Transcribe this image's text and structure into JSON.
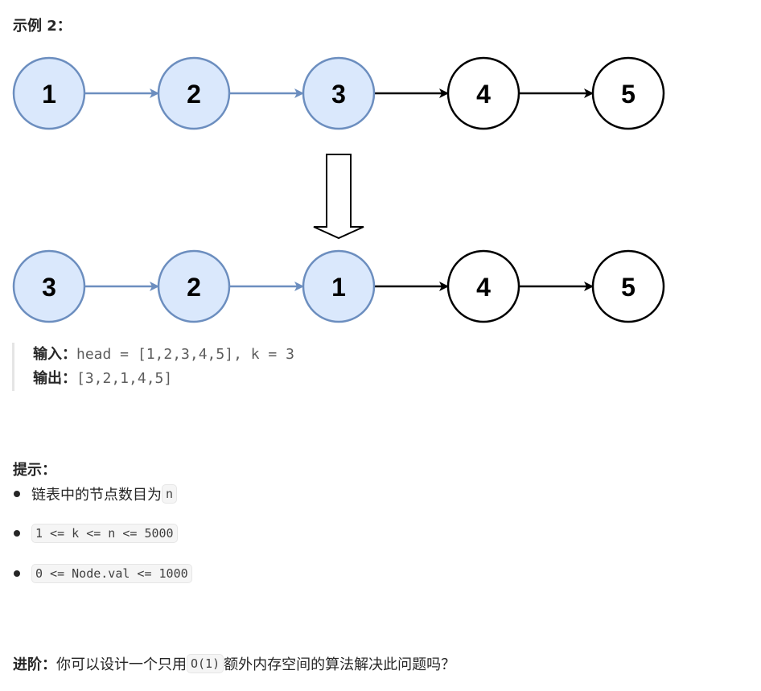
{
  "example": {
    "title": "示例 2："
  },
  "diagram": {
    "colors": {
      "highlight_fill": "#dae8fc",
      "highlight_stroke": "#6c8ebf",
      "plain_fill": "#ffffff",
      "plain_stroke": "#000000"
    },
    "before": [
      {
        "label": "1",
        "highlight": true
      },
      {
        "label": "2",
        "highlight": true
      },
      {
        "label": "3",
        "highlight": true
      },
      {
        "label": "4",
        "highlight": false
      },
      {
        "label": "5",
        "highlight": false
      }
    ],
    "after": [
      {
        "label": "3",
        "highlight": true
      },
      {
        "label": "2",
        "highlight": true
      },
      {
        "label": "1",
        "highlight": true
      },
      {
        "label": "4",
        "highlight": false
      },
      {
        "label": "5",
        "highlight": false
      }
    ],
    "transform_arrow": "down-arrow-icon"
  },
  "io": {
    "input_label": "输入：",
    "input_value": "head = [1,2,3,4,5], k = 3",
    "output_label": "输出：",
    "output_value": "[3,2,1,4,5]"
  },
  "hints": {
    "title": "提示：",
    "item1_text": "链表中的节点数目为 ",
    "item1_code": "n",
    "item2_code": "1 <= k <= n <= 5000",
    "item3_code": "0 <= Node.val <= 1000"
  },
  "followup": {
    "label": "进阶：",
    "text_before": "你可以设计一个只用 ",
    "code": "O(1)",
    "text_after": " 额外内存空间的算法解决此问题吗？"
  }
}
